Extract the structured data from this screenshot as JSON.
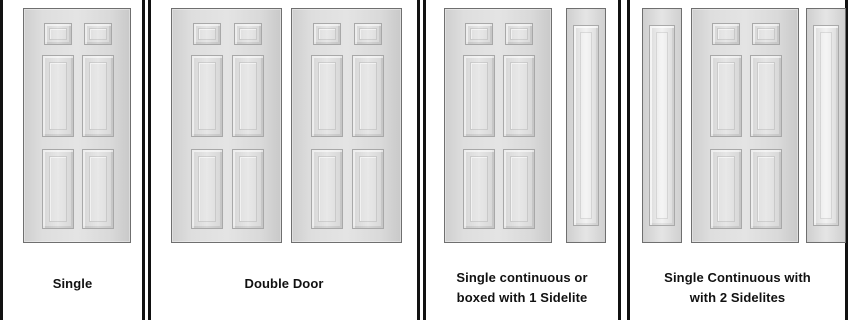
{
  "options": [
    {
      "id": "single",
      "label_lines": [
        "Single"
      ]
    },
    {
      "id": "double",
      "label_lines": [
        "Double Door"
      ]
    },
    {
      "id": "single_1_sidelite",
      "label_lines": [
        "Single continuous or",
        "boxed with 1 Sidelite"
      ]
    },
    {
      "id": "single_2_sidelites",
      "label_lines": [
        "Single Continuous with",
        "with 2 Sidelites"
      ]
    }
  ],
  "colors": {
    "border": "#111111",
    "background": "#ffffff",
    "door_edge": "#6f6f6f"
  }
}
